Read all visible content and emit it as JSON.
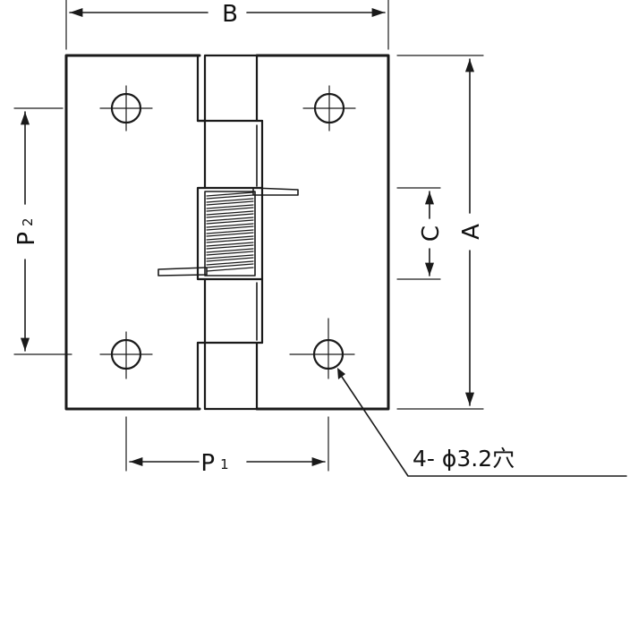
{
  "dimensions": {
    "width_label": "B",
    "height_label": "A",
    "spring_label": "C",
    "hole_pitch_horizontal_label": "P",
    "hole_pitch_horizontal_subscript": "1",
    "hole_pitch_vertical_label": "P",
    "hole_pitch_vertical_subscript": "2"
  },
  "callout": {
    "hole_note": "4- ϕ3.2穴"
  },
  "colors": {
    "line": "#1a1a1a",
    "background": "#ffffff"
  }
}
